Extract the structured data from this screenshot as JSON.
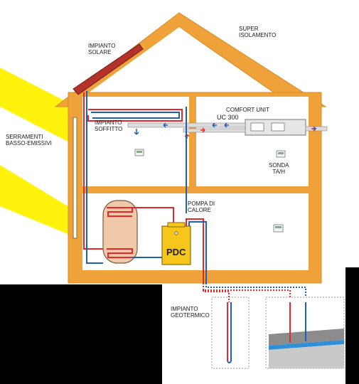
{
  "labels": {
    "impianto_solare": [
      "IMPIANTO",
      "SOLARE"
    ],
    "super_isolamento": [
      "SUPER",
      "ISOLAMENTO"
    ],
    "comfort_unit": "COMFORT UNIT",
    "uc_300": "UC 300",
    "impianto_soffitto": [
      "IMPIANTO",
      "SOFFITTO"
    ],
    "serramenti": [
      "SERRAMENTI",
      "BASSO-EMISSIVI"
    ],
    "sonda": [
      "SONDA",
      "TA/H"
    ],
    "pompa_di_calore": [
      "POMPA DI",
      "CALORE"
    ],
    "pdc": "PDC",
    "impianto_geotermico": [
      "IMPIANTO",
      "GEOTERMICO"
    ]
  },
  "colors": {
    "house_wall": "#f0a23a",
    "house_wall_dark": "#d98a22",
    "pipe_hot": "#e8262c",
    "pipe_cold": "#1f5fb4",
    "sun_ray": "#fff200",
    "solar_panel": "#b5322a",
    "tank": "#f0c9a8",
    "pdc_unit": "#f7c61a",
    "ground_dark": "#8c8c8c",
    "ground_light": "#c9c9c9",
    "water_layer": "#2f8fd8"
  }
}
